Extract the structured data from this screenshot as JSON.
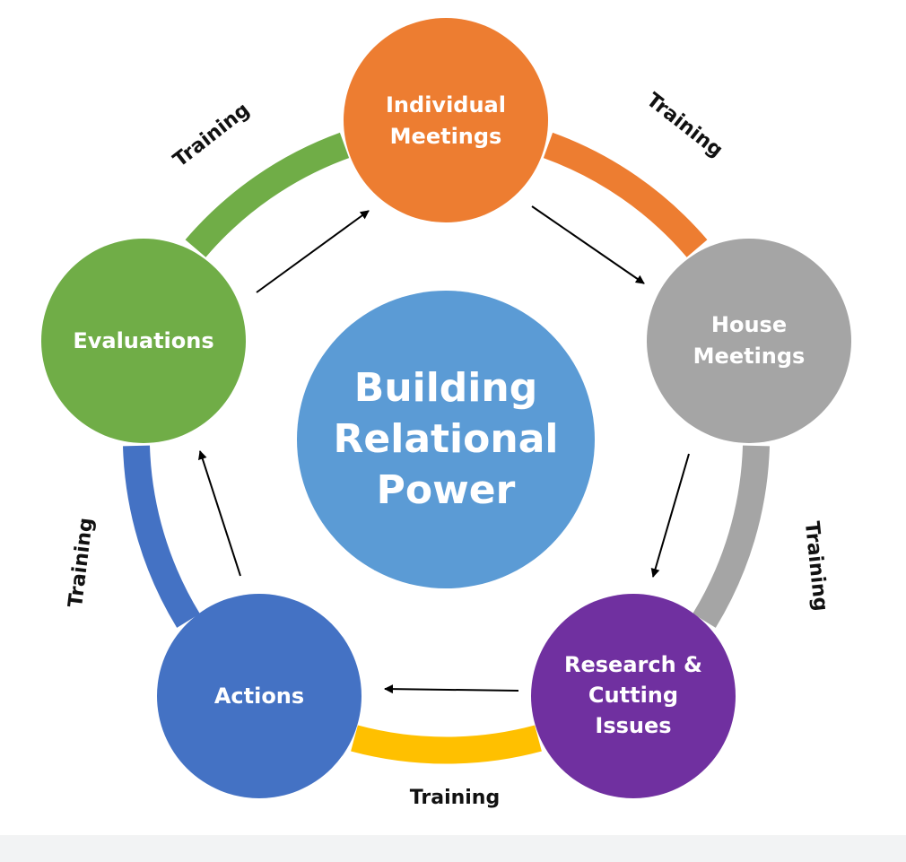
{
  "center": {
    "lines": [
      "Building",
      "Relational",
      "Power"
    ],
    "color": "#5b9bd5"
  },
  "nodes": [
    {
      "id": "individual-meetings",
      "lines": [
        "Individual",
        "Meetings"
      ],
      "color": "#ed7d31"
    },
    {
      "id": "house-meetings",
      "lines": [
        "House",
        "Meetings"
      ],
      "color": "#a5a5a5"
    },
    {
      "id": "research-cutting-issues",
      "lines": [
        "Research &",
        "Cutting",
        "Issues"
      ],
      "color": "#7030a0"
    },
    {
      "id": "actions",
      "lines": [
        "Actions"
      ],
      "color": "#4472c4"
    },
    {
      "id": "evaluations",
      "lines": [
        "Evaluations"
      ],
      "color": "#70ad47"
    }
  ],
  "arcs": [
    {
      "id": "arc-individual-to-house",
      "color": "#ed7d31",
      "label": "Training"
    },
    {
      "id": "arc-house-to-research",
      "color": "#a5a5a5",
      "label": "Training"
    },
    {
      "id": "arc-research-to-actions",
      "color": "#ffc000",
      "label": "Training"
    },
    {
      "id": "arc-actions-to-evaluations",
      "color": "#4472c4",
      "label": "Training"
    },
    {
      "id": "arc-evaluations-to-individual",
      "color": "#70ad47",
      "label": "Training"
    }
  ],
  "arrow_color": "#000000"
}
